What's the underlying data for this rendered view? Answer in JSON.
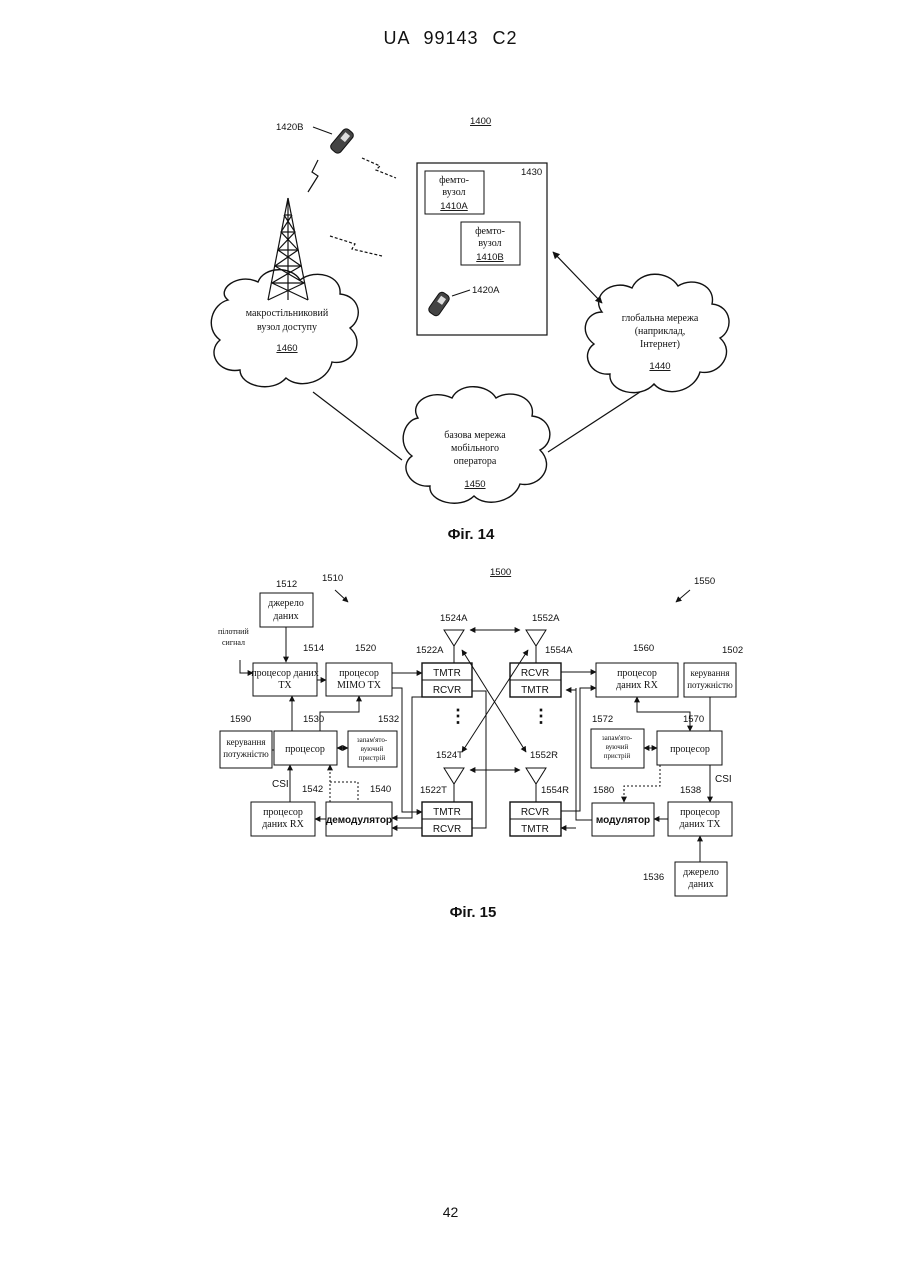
{
  "header": "UA   99143   C2",
  "page_number": "42",
  "fig14": {
    "caption": "Фiг. 14",
    "ref_1400": "1400",
    "ref_1420B": "1420B",
    "ref_1420A": "1420A",
    "ref_1430": "1430",
    "femto_a": {
      "line1": "фемто-",
      "line2": "вузол",
      "ref": "1410A"
    },
    "femto_b": {
      "line1": "фемто-",
      "line2": "вузол",
      "ref": "1410B"
    },
    "macro": {
      "line1": "макростільниковий",
      "line2": "вузол доступу",
      "ref": "1460"
    },
    "global": {
      "line1": "глобальна мережа",
      "line2": "(наприклад,",
      "line3": "Інтернет)",
      "ref": "1440"
    },
    "core": {
      "line1": "базова мережа",
      "line2": "мобільного",
      "line3": "оператора",
      "ref": "1450"
    }
  },
  "fig15": {
    "caption": "Фiг. 15",
    "ref_1500": "1500",
    "ref_1510": "1510",
    "ref_1550": "1550",
    "data_source_top": {
      "line1": "джерело",
      "line2": "даних",
      "ref": "1512"
    },
    "pilot": {
      "line1": "пілотний",
      "line2": "сигнал"
    },
    "tx_data_proc": {
      "line1": "процесор даних",
      "line2": "TX",
      "ref": "1514"
    },
    "mimo_tx": {
      "line1": "процесор",
      "line2": "MIMO TX",
      "ref": "1520"
    },
    "tmtr_a": {
      "top": "TMTR",
      "bottom": "RCVR",
      "ref": "1522A"
    },
    "tmtr_t": {
      "top": "TMTR",
      "bottom": "RCVR",
      "ref": "1522T"
    },
    "ant_1524A": "1524A",
    "ant_1524T": "1524T",
    "ant_1552A": "1552A",
    "ant_1552R": "1552R",
    "rcvr_a": {
      "top": "RCVR",
      "bottom": "TMTR",
      "ref": "1554A"
    },
    "rcvr_r": {
      "top": "RCVR",
      "bottom": "TMTR",
      "ref": "1554R"
    },
    "rx_data_proc_right": {
      "line1": "процесор",
      "line2": "даних RX",
      "ref": "1560"
    },
    "power_right": {
      "line1": "керування",
      "line2": "потужністю",
      "ref": "1502"
    },
    "power_left": {
      "line1": "керування",
      "line2": "потужністю",
      "ref": "1590"
    },
    "processor_left": {
      "label": "процесор",
      "ref": "1530"
    },
    "memory_left": {
      "line1": "запам'ято-",
      "line2": "вуючий",
      "line3": "пристрій",
      "ref": "1532"
    },
    "memory_right": {
      "line1": "запам'ято-",
      "line2": "вуючий",
      "line3": "пристрій",
      "ref": "1572"
    },
    "processor_right": {
      "label": "процесор",
      "ref": "1570"
    },
    "csi_left": "CSI",
    "csi_right": "CSI",
    "rx_data_proc_left": {
      "line1": "процесор",
      "line2": "даних RX",
      "ref": "1542"
    },
    "demod": {
      "label": "демодулятор",
      "ref": "1540"
    },
    "mod": {
      "label": "модулятор",
      "ref": "1580"
    },
    "tx_data_proc_right": {
      "line1": "процесор",
      "line2": "даних TX",
      "ref": "1538"
    },
    "data_source_bottom": {
      "line1": "джерело",
      "line2": "даних",
      "ref": "1536"
    }
  }
}
